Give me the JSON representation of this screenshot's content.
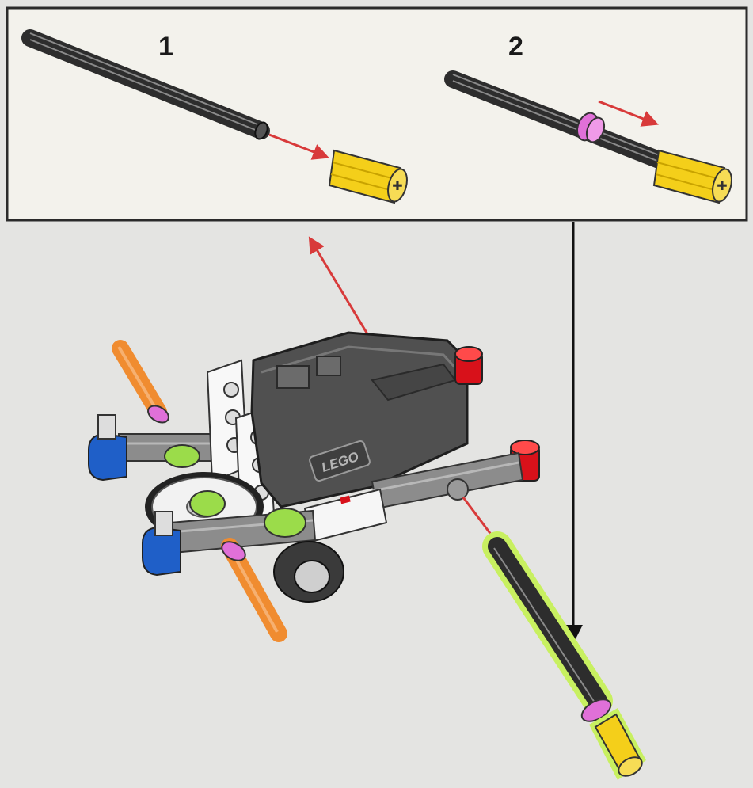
{
  "instruction": {
    "substeps": [
      {
        "number": "1"
      },
      {
        "number": "2"
      }
    ]
  },
  "brand": {
    "logo_text": "LEGO"
  },
  "colors": {
    "page_background": "#e4e4e2",
    "callout_background": "#f3f2ec",
    "callout_border": "#2a2a2a",
    "axle": "#3a3a3a",
    "connector_yellow": "#f4cf1a",
    "bushing_magenta": "#e070d8",
    "pin_orange": "#f08c30",
    "red_connector": "#d8111a",
    "blue_connector": "#1f5fc8",
    "lime_green": "#9bdc4a",
    "motor_dark": "#505050",
    "highlight_green": "#c8f060",
    "arrow_red": "#d83a3a",
    "arrow_black": "#111111"
  }
}
